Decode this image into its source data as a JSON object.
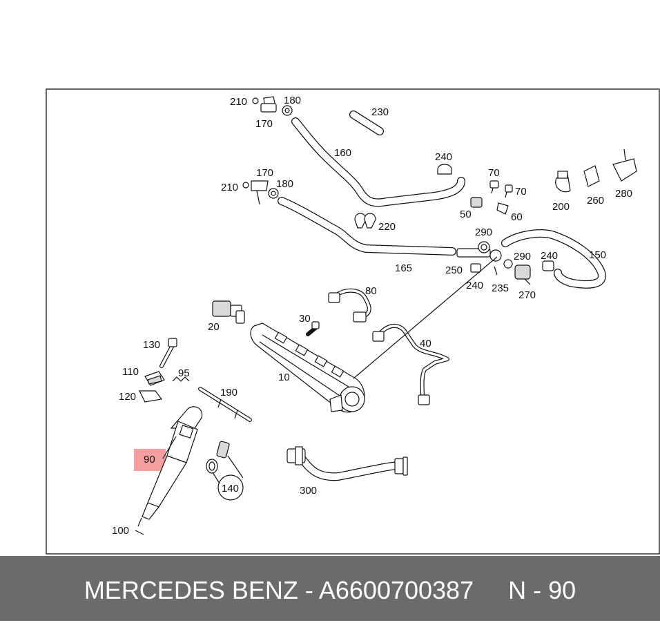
{
  "labels": {
    "l210a": "210",
    "l180a": "180",
    "l170a": "170",
    "l230": "230",
    "l160": "160",
    "l240a": "240",
    "l170b": "170",
    "l210b": "210",
    "l180b": "180",
    "l70a": "70",
    "l70b": "70",
    "l50": "50",
    "l60": "60",
    "l200": "200",
    "l260": "260",
    "l280": "280",
    "l220": "220",
    "l290a": "290",
    "l165": "165",
    "l250": "250",
    "l290b": "290",
    "l240b": "240",
    "l150": "150",
    "l240c": "240",
    "l235": "235",
    "l270": "270",
    "l80": "80",
    "l20": "20",
    "l30": "30",
    "l40": "40",
    "l130": "130",
    "l110": "110",
    "l95": "95",
    "l190": "190",
    "l10": "10",
    "l120": "120",
    "l90": "90",
    "l140": "140",
    "l300": "300",
    "l100": "100"
  },
  "highlight_color": "#f08080",
  "footer": {
    "brand": "MERCEDES BENZ",
    "separator": " - ",
    "part_number": "A6600700387",
    "position": "N - 90"
  }
}
